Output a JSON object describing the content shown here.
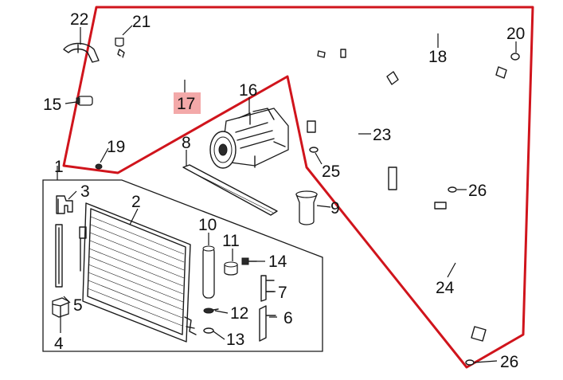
{
  "colors": {
    "outline_red": "#d0141c",
    "highlight_fill": "#f3a9a9",
    "ink": "#111111"
  },
  "callouts": [
    {
      "id": "c1",
      "text": "1"
    },
    {
      "id": "c2",
      "text": "2"
    },
    {
      "id": "c3",
      "text": "3"
    },
    {
      "id": "c4",
      "text": "4"
    },
    {
      "id": "c5",
      "text": "5"
    },
    {
      "id": "c6",
      "text": "6"
    },
    {
      "id": "c7",
      "text": "7"
    },
    {
      "id": "c8",
      "text": "8"
    },
    {
      "id": "c9",
      "text": "9"
    },
    {
      "id": "c10",
      "text": "10"
    },
    {
      "id": "c11",
      "text": "11"
    },
    {
      "id": "c12",
      "text": "12"
    },
    {
      "id": "c13",
      "text": "13"
    },
    {
      "id": "c14",
      "text": "14"
    },
    {
      "id": "c15",
      "text": "15"
    },
    {
      "id": "c16",
      "text": "16"
    },
    {
      "id": "c17",
      "text": "17",
      "highlighted": true
    },
    {
      "id": "c18",
      "text": "18"
    },
    {
      "id": "c19",
      "text": "19"
    },
    {
      "id": "c20",
      "text": "20"
    },
    {
      "id": "c21",
      "text": "21"
    },
    {
      "id": "c22",
      "text": "22"
    },
    {
      "id": "c23",
      "text": "23"
    },
    {
      "id": "c24",
      "text": "24"
    },
    {
      "id": "c25",
      "text": "25"
    },
    {
      "id": "c26a",
      "text": "26"
    },
    {
      "id": "c26b",
      "text": "26"
    }
  ]
}
